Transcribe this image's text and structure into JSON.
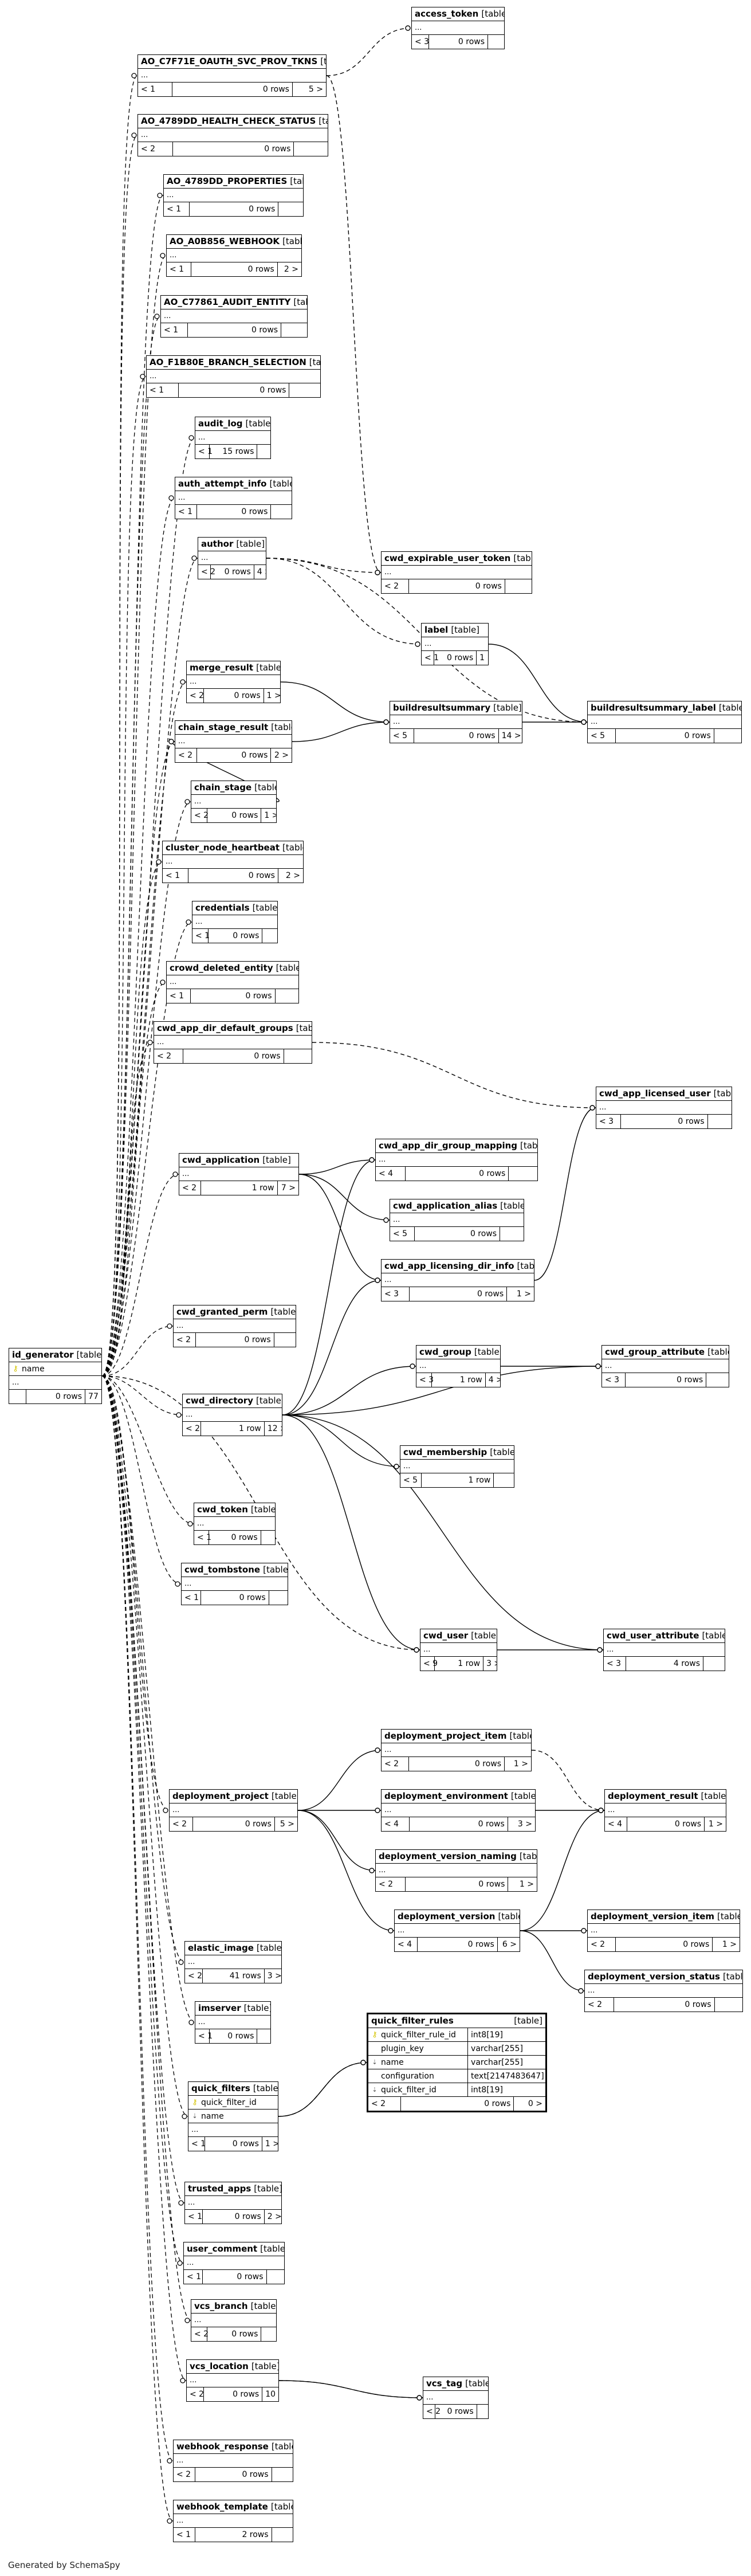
{
  "footer": "Generated by SchemaSpy",
  "tables": [
    {
      "id": "access_token",
      "name": "access_token",
      "type": "[table]",
      "stats": [
        "< 3",
        "0 rows",
        ""
      ]
    },
    {
      "id": "ao_c7f71e",
      "name": "AO_C7F71E_OAUTH_SVC_PROV_TKNS",
      "type": "[table]",
      "stats": [
        "< 1",
        "0 rows",
        "5 >"
      ]
    },
    {
      "id": "ao_4789dd_hcs",
      "name": "AO_4789DD_HEALTH_CHECK_STATUS",
      "type": "[table]",
      "stats": [
        "< 2",
        "0 rows",
        ""
      ]
    },
    {
      "id": "ao_4789dd_props",
      "name": "AO_4789DD_PROPERTIES",
      "type": "[table]",
      "stats": [
        "< 1",
        "0 rows",
        ""
      ]
    },
    {
      "id": "ao_a0b856",
      "name": "AO_A0B856_WEBHOOK",
      "type": "[table]",
      "stats": [
        "< 1",
        "0 rows",
        "2 >"
      ]
    },
    {
      "id": "ao_c77861",
      "name": "AO_C77861_AUDIT_ENTITY",
      "type": "[table]",
      "stats": [
        "< 1",
        "0 rows",
        ""
      ]
    },
    {
      "id": "ao_f1b80e",
      "name": "AO_F1B80E_BRANCH_SELECTION",
      "type": "[table]",
      "stats": [
        "< 1",
        "0 rows",
        ""
      ]
    },
    {
      "id": "audit_log",
      "name": "audit_log",
      "type": "[table]",
      "stats": [
        "< 1",
        "15 rows",
        ""
      ]
    },
    {
      "id": "auth_attempt_info",
      "name": "auth_attempt_info",
      "type": "[table]",
      "stats": [
        "< 1",
        "0 rows",
        ""
      ]
    },
    {
      "id": "author",
      "name": "author",
      "type": "[table]",
      "stats": [
        "< 2",
        "0 rows",
        "4 >"
      ]
    },
    {
      "id": "cwd_expirable_user_token",
      "name": "cwd_expirable_user_token",
      "type": "[table]",
      "stats": [
        "< 2",
        "0 rows",
        ""
      ]
    },
    {
      "id": "label",
      "name": "label",
      "type": "[table]",
      "stats": [
        "< 1",
        "0 rows",
        "1 >"
      ]
    },
    {
      "id": "merge_result",
      "name": "merge_result",
      "type": "[table]",
      "stats": [
        "< 2",
        "0 rows",
        "1 >"
      ]
    },
    {
      "id": "buildresultsummary",
      "name": "buildresultsummary",
      "type": "[table]",
      "stats": [
        "< 5",
        "0 rows",
        "14 >"
      ]
    },
    {
      "id": "buildresultsummary_label",
      "name": "buildresultsummary_label",
      "type": "[table]",
      "stats": [
        "< 5",
        "0 rows",
        ""
      ]
    },
    {
      "id": "chain_stage_result",
      "name": "chain_stage_result",
      "type": "[table]",
      "stats": [
        "< 2",
        "0 rows",
        "2 >"
      ]
    },
    {
      "id": "chain_stage",
      "name": "chain_stage",
      "type": "[table]",
      "stats": [
        "< 2",
        "0 rows",
        "1 >"
      ]
    },
    {
      "id": "cluster_node_heartbeat",
      "name": "cluster_node_heartbeat",
      "type": "[table]",
      "stats": [
        "< 1",
        "0 rows",
        "2 >"
      ]
    },
    {
      "id": "credentials",
      "name": "credentials",
      "type": "[table]",
      "stats": [
        "< 1",
        "0 rows",
        ""
      ]
    },
    {
      "id": "crowd_deleted_entity",
      "name": "crowd_deleted_entity",
      "type": "[table]",
      "stats": [
        "< 1",
        "0 rows",
        ""
      ]
    },
    {
      "id": "cwd_app_dir_default_groups",
      "name": "cwd_app_dir_default_groups",
      "type": "[table]",
      "stats": [
        "< 2",
        "0 rows",
        ""
      ]
    },
    {
      "id": "cwd_app_licensed_user",
      "name": "cwd_app_licensed_user",
      "type": "[table]",
      "stats": [
        "< 3",
        "0 rows",
        ""
      ]
    },
    {
      "id": "cwd_app_dir_group_mapping",
      "name": "cwd_app_dir_group_mapping",
      "type": "[table]",
      "stats": [
        "< 4",
        "0 rows",
        ""
      ]
    },
    {
      "id": "cwd_application",
      "name": "cwd_application",
      "type": "[table]",
      "stats": [
        "< 2",
        "1 row",
        "7 >"
      ]
    },
    {
      "id": "cwd_application_alias",
      "name": "cwd_application_alias",
      "type": "[table]",
      "stats": [
        "< 5",
        "0 rows",
        ""
      ]
    },
    {
      "id": "cwd_app_licensing_dir_info",
      "name": "cwd_app_licensing_dir_info",
      "type": "[table]",
      "stats": [
        "< 3",
        "0 rows",
        "1 >"
      ]
    },
    {
      "id": "cwd_granted_perm",
      "name": "cwd_granted_perm",
      "type": "[table]",
      "stats": [
        "< 2",
        "0 rows",
        ""
      ]
    },
    {
      "id": "id_generator",
      "name": "id_generator",
      "type": "[table]",
      "columns": [
        {
          "key": "pk",
          "name": "name"
        }
      ],
      "stats": [
        "",
        "0 rows",
        "77 >"
      ]
    },
    {
      "id": "cwd_group",
      "name": "cwd_group",
      "type": "[table]",
      "stats": [
        "< 3",
        "1 row",
        "4 >"
      ]
    },
    {
      "id": "cwd_group_attribute",
      "name": "cwd_group_attribute",
      "type": "[table]",
      "stats": [
        "< 3",
        "0 rows",
        ""
      ]
    },
    {
      "id": "cwd_directory",
      "name": "cwd_directory",
      "type": "[table]",
      "stats": [
        "< 2",
        "1 row",
        "12 >"
      ]
    },
    {
      "id": "cwd_membership",
      "name": "cwd_membership",
      "type": "[table]",
      "stats": [
        "< 5",
        "1 row",
        ""
      ]
    },
    {
      "id": "cwd_token",
      "name": "cwd_token",
      "type": "[table]",
      "stats": [
        "< 1",
        "0 rows",
        ""
      ]
    },
    {
      "id": "cwd_tombstone",
      "name": "cwd_tombstone",
      "type": "[table]",
      "stats": [
        "< 1",
        "0 rows",
        ""
      ]
    },
    {
      "id": "cwd_user",
      "name": "cwd_user",
      "type": "[table]",
      "stats": [
        "< 9",
        "1 row",
        "3 >"
      ]
    },
    {
      "id": "cwd_user_attribute",
      "name": "cwd_user_attribute",
      "type": "[table]",
      "stats": [
        "< 3",
        "4 rows",
        ""
      ]
    },
    {
      "id": "deployment_project_item",
      "name": "deployment_project_item",
      "type": "[table]",
      "stats": [
        "< 2",
        "0 rows",
        "1 >"
      ]
    },
    {
      "id": "deployment_project",
      "name": "deployment_project",
      "type": "[table]",
      "stats": [
        "< 2",
        "0 rows",
        "5 >"
      ]
    },
    {
      "id": "deployment_environment",
      "name": "deployment_environment",
      "type": "[table]",
      "stats": [
        "< 4",
        "0 rows",
        "3 >"
      ]
    },
    {
      "id": "deployment_result",
      "name": "deployment_result",
      "type": "[table]",
      "stats": [
        "< 4",
        "0 rows",
        "1 >"
      ]
    },
    {
      "id": "deployment_version_naming",
      "name": "deployment_version_naming",
      "type": "[table]",
      "stats": [
        "< 2",
        "0 rows",
        "1 >"
      ]
    },
    {
      "id": "deployment_version",
      "name": "deployment_version",
      "type": "[table]",
      "stats": [
        "< 4",
        "0 rows",
        "6 >"
      ]
    },
    {
      "id": "deployment_version_item",
      "name": "deployment_version_item",
      "type": "[table]",
      "stats": [
        "< 2",
        "0 rows",
        "1 >"
      ]
    },
    {
      "id": "elastic_image",
      "name": "elastic_image",
      "type": "[table]",
      "stats": [
        "< 2",
        "41 rows",
        "3 >"
      ]
    },
    {
      "id": "deployment_version_status",
      "name": "deployment_version_status",
      "type": "[table]",
      "stats": [
        "< 2",
        "0 rows",
        ""
      ]
    },
    {
      "id": "imserver",
      "name": "imserver",
      "type": "[table]",
      "stats": [
        "< 1",
        "0 rows",
        ""
      ]
    },
    {
      "id": "quick_filter_rules",
      "name": "quick_filter_rules",
      "type": "[table]",
      "bold": true,
      "columns": [
        {
          "key": "pk",
          "name": "quick_filter_rule_id",
          "type": "int8[19]"
        },
        {
          "key": "",
          "name": "plugin_key",
          "type": "varchar[255]"
        },
        {
          "key": "fk",
          "name": "name",
          "type": "varchar[255]"
        },
        {
          "key": "",
          "name": "configuration",
          "type": "text[2147483647]"
        },
        {
          "key": "fk",
          "name": "quick_filter_id",
          "type": "int8[19]"
        }
      ],
      "stats": [
        "< 2",
        "0 rows",
        "0 >"
      ]
    },
    {
      "id": "quick_filters",
      "name": "quick_filters",
      "type": "[table]",
      "columns": [
        {
          "key": "pk",
          "name": "quick_filter_id"
        },
        {
          "key": "fk",
          "name": "name"
        }
      ],
      "stats": [
        "< 1",
        "0 rows",
        "1 >"
      ]
    },
    {
      "id": "trusted_apps",
      "name": "trusted_apps",
      "type": "[table]",
      "stats": [
        "< 1",
        "0 rows",
        "2 >"
      ]
    },
    {
      "id": "user_comment",
      "name": "user_comment",
      "type": "[table]",
      "stats": [
        "< 1",
        "0 rows",
        ""
      ]
    },
    {
      "id": "vcs_branch",
      "name": "vcs_branch",
      "type": "[table]",
      "stats": [
        "< 2",
        "0 rows",
        ""
      ]
    },
    {
      "id": "vcs_location",
      "name": "vcs_location",
      "type": "[table]",
      "stats": [
        "< 2",
        "0 rows",
        "10 >"
      ]
    },
    {
      "id": "vcs_tag",
      "name": "vcs_tag",
      "type": "[table]",
      "stats": [
        "< 2",
        "0 rows",
        ""
      ]
    },
    {
      "id": "webhook_response",
      "name": "webhook_response",
      "type": "[table]",
      "stats": [
        "< 2",
        "0 rows",
        ""
      ]
    },
    {
      "id": "webhook_template",
      "name": "webhook_template",
      "type": "[table]",
      "stats": [
        "< 1",
        "2 rows",
        ""
      ]
    }
  ],
  "solid_edges": [
    [
      "label",
      "buildresultsummary_label"
    ],
    [
      "merge_result",
      "buildresultsummary"
    ],
    [
      "chain_stage_result",
      "buildresultsummary"
    ],
    [
      "chain_stage",
      "chain_stage_result"
    ],
    [
      "buildresultsummary",
      "buildresultsummary_label"
    ],
    [
      "cwd_application",
      "cwd_app_dir_group_mapping"
    ],
    [
      "cwd_application",
      "cwd_application_alias"
    ],
    [
      "cwd_application",
      "cwd_app_licensing_dir_info"
    ],
    [
      "cwd_app_licensing_dir_info",
      "cwd_app_licensed_user"
    ],
    [
      "cwd_directory",
      "cwd_app_dir_group_mapping"
    ],
    [
      "cwd_directory",
      "cwd_app_licensing_dir_info"
    ],
    [
      "cwd_directory",
      "cwd_group"
    ],
    [
      "cwd_directory",
      "cwd_group_attribute"
    ],
    [
      "cwd_directory",
      "cwd_membership"
    ],
    [
      "cwd_directory",
      "cwd_user"
    ],
    [
      "cwd_directory",
      "cwd_user_attribute"
    ],
    [
      "cwd_group",
      "cwd_group_attribute"
    ],
    [
      "cwd_user",
      "cwd_user_attribute"
    ],
    [
      "deployment_project",
      "deployment_project_item"
    ],
    [
      "deployment_project",
      "deployment_environment"
    ],
    [
      "deployment_project",
      "deployment_version_naming"
    ],
    [
      "deployment_project",
      "deployment_version"
    ],
    [
      "deployment_environment",
      "deployment_result"
    ],
    [
      "deployment_version",
      "deployment_result"
    ],
    [
      "deployment_version",
      "deployment_version_item"
    ],
    [
      "deployment_version",
      "deployment_version_status"
    ],
    [
      "quick_filters",
      "quick_filter_rules"
    ],
    [
      "vcs_location",
      "vcs_tag"
    ]
  ],
  "dashed_edges": [
    [
      "ao_c7f71e",
      "access_token"
    ],
    [
      "ao_c7f71e",
      "cwd_expirable_user_token"
    ],
    [
      "author",
      "label"
    ],
    [
      "author",
      "buildresultsummary_label"
    ],
    [
      "author",
      "cwd_expirable_user_token"
    ],
    [
      "cwd_app_dir_default_groups",
      "cwd_app_licensed_user"
    ],
    [
      "id_generator",
      "cwd_user"
    ],
    [
      "deployment_project_item",
      "deployment_result"
    ],
    [
      "quick_filters",
      "quick_filter_rules"
    ],
    [
      "vcs_location",
      "vcs_tag"
    ]
  ]
}
